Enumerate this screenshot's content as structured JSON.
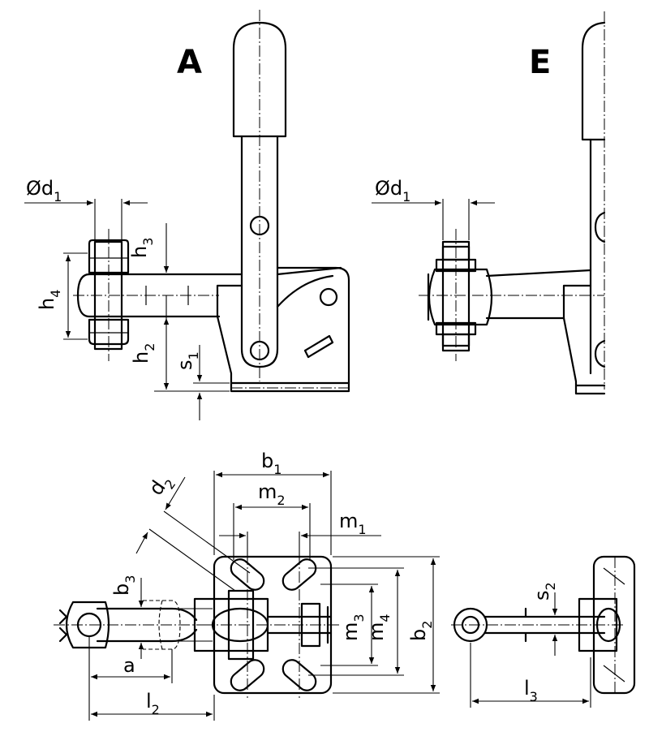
{
  "views": {
    "a": "A",
    "e": "E"
  },
  "labels": {
    "d1_main": "Ød",
    "d1_sub": "1",
    "d1e_main": "Ød",
    "d1e_sub": "1",
    "h3_main": "h",
    "h3_sub": "3",
    "h4_main": "h",
    "h4_sub": "4",
    "h2_main": "h",
    "h2_sub": "2",
    "s1_main": "s",
    "s1_sub": "1",
    "b1_main": "b",
    "b1_sub": "1",
    "d2_main": "d",
    "d2_sub": "2",
    "m2_main": "m",
    "m2_sub": "2",
    "m1_main": "m",
    "m1_sub": "1",
    "b3_main": "b",
    "b3_sub": "3",
    "m3_main": "m",
    "m3_sub": "3",
    "m4_main": "m",
    "m4_sub": "4",
    "b2_main": "b",
    "b2_sub": "2",
    "s2_main": "s",
    "s2_sub": "2",
    "a_main": "a",
    "l2_main": "l",
    "l2_sub": "2",
    "l3_main": "l",
    "l3_sub": "3"
  }
}
